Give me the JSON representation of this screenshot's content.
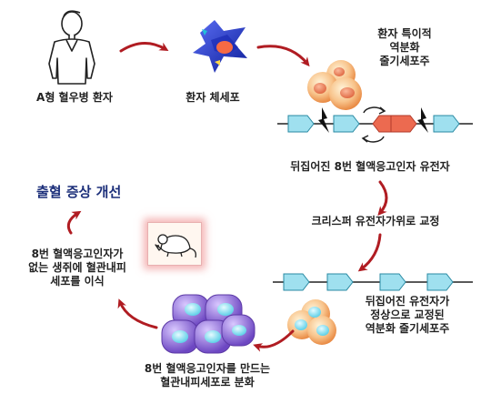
{
  "title": "출혈 증상 개선",
  "labels": {
    "patient": "A형 혈우병 환자",
    "somatic": "환자 체세포",
    "ipsc": [
      "환자 특이적",
      "역분화",
      "줄기세포주"
    ],
    "inverted_gene": "뒤집어진 8번 혈액응고인자 유전자",
    "crispr": "크리스퍼 유전자가위로 교정",
    "corrected": [
      "뒤집어진 유전자가",
      "정상으로 교정된",
      "역분화 줄기세포주"
    ],
    "differentiation": [
      "8번 혈액응고인자를 만드는",
      "혈관내피세포로 분화"
    ],
    "transplant": [
      "8번 혈액응고인자가",
      "없는 생쥐에 혈관내피",
      "세포를 이식"
    ]
  },
  "colors": {
    "arrow": "#b01c22",
    "title": "#1c2f7a",
    "dna_cyan": "#9fe0ef",
    "dna_red": "#ec6a50",
    "somatic_blue": "#2436c8",
    "endothelial_purple": "#8a68d4"
  },
  "icons": [
    "patient-figure-icon",
    "somatic-cell-icon",
    "ipsc-cluster-icon",
    "inverted-dna-icon",
    "corrected-dna-icon",
    "corrected-ipsc-icon",
    "endothelial-cells-icon",
    "mouse-icon",
    "lightning-icon",
    "rotation-arrow-icon"
  ]
}
